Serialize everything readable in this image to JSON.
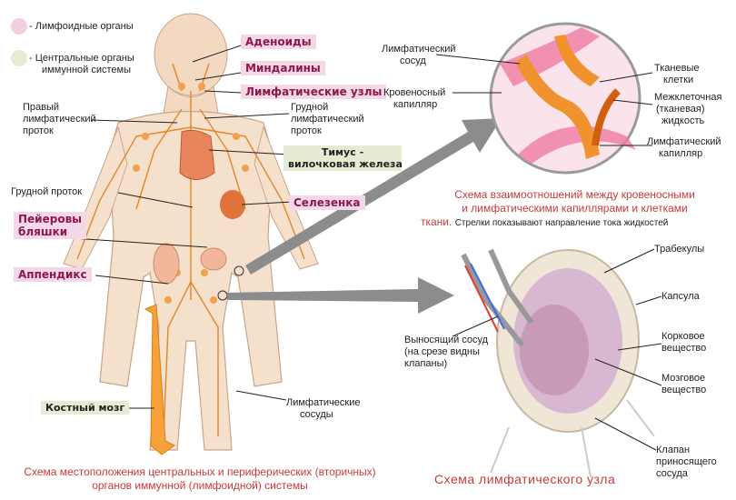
{
  "legend": {
    "lymphoid_organs": "- Лимфоидные органы",
    "central_organs_1": "- Центральные органы",
    "central_organs_2": "иммунной системы",
    "lymphoid_color": "#f4cfe2",
    "central_color": "#e6ecd3"
  },
  "labels": {
    "adenoids": "Аденоиды",
    "tonsils": "Миндалины",
    "lymph_nodes": "Лимфатические узлы",
    "right_duct": [
      "Правый",
      "лимфатический",
      "проток"
    ],
    "chest_duct_right": [
      "Грудной",
      "лимфатический",
      "проток"
    ],
    "thymus": [
      "Тимус -",
      "вилочковая железа"
    ],
    "chest_duct": "Грудной проток",
    "spleen": "Селезенка",
    "peyer": [
      "Пейеровы",
      "бляшки"
    ],
    "appendix": "Аппендикс",
    "bone_marrow": "Костный мозг",
    "lymph_vessels": [
      "Лимфатические",
      "сосуды"
    ],
    "lymph_vessel_top": [
      "Лимфатический",
      "сосуд"
    ],
    "blood_capillary": [
      "Кровеносный",
      "капилляр"
    ],
    "tissue_cells": [
      "Тканевые",
      "клетки"
    ],
    "intercellular": [
      "Межклеточная",
      "(тканевая)",
      "жидкость"
    ],
    "lymph_capillary": [
      "Лимфатический",
      "капилляр"
    ],
    "trabeculae": "Трабекулы",
    "capsule": "Капсула",
    "cortex": [
      "Корковое",
      "вещество"
    ],
    "medulla": [
      "Мозговое",
      "вещество"
    ],
    "efferent": [
      "Выносящий сосуд",
      "(на срезе видны",
      "клапаны)"
    ],
    "afferent_valve": [
      "Клапан",
      "приносящего",
      "сосуда"
    ]
  },
  "captions": {
    "relationship_1": "Схема взаимоотношений между кровеносными",
    "relationship_2": "и лимфатическими капиллярами и клетками",
    "relationship_3a": "ткани.",
    "relationship_3b": "Стрелки показывают направление тока жидкостей",
    "body_1": "Схема местоположения центральных и периферических (вторичных)",
    "body_2": "органов иммунной (лимфоидной) системы",
    "node": "Схема лимфатического узла"
  }
}
